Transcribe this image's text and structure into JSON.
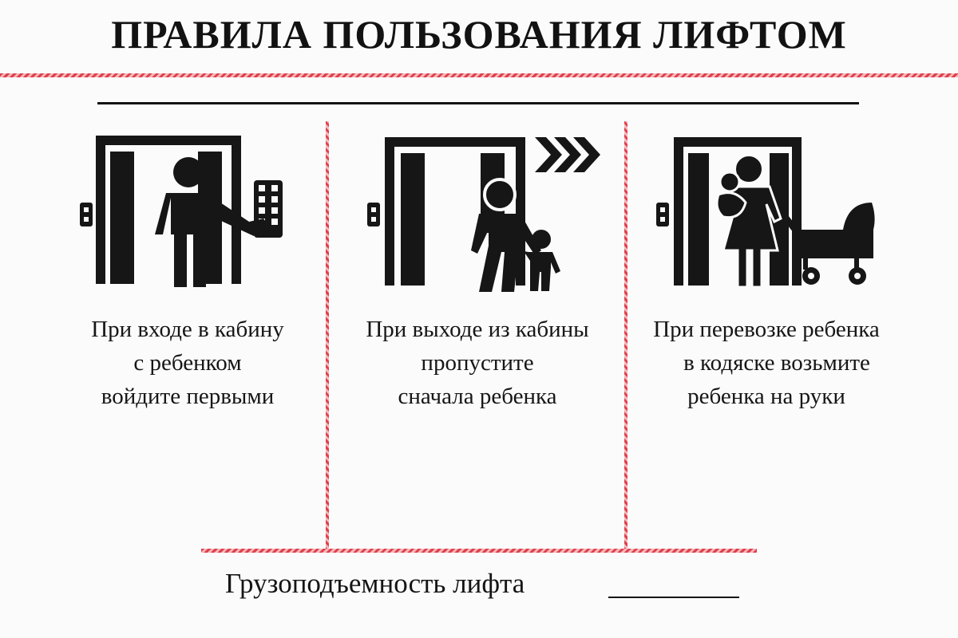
{
  "sign": {
    "title": "ПРАВИЛА ПОЛЬЗОВАНИЯ ЛИФТОМ",
    "rules": [
      {
        "icon": "adult-pressing-button-icon",
        "caption_lines": [
          "При входе в кабину",
          "с ребенком",
          "войдите первыми"
        ]
      },
      {
        "icon": "child-exiting-first-icon",
        "caption_lines": [
          "При выходе из кабины",
          "пропустите",
          "сначала ребенка"
        ]
      },
      {
        "icon": "parent-with-stroller-icon",
        "caption_lines": [
          "При перевозке ребенка",
          "в кодяске возьмите",
          "ребенка на руки"
        ]
      }
    ],
    "capacity_label": "Грузоподъемность лифта",
    "colors": {
      "accent_red": "#e0404a",
      "ink": "#161616",
      "background": "#fbfbfc"
    }
  }
}
